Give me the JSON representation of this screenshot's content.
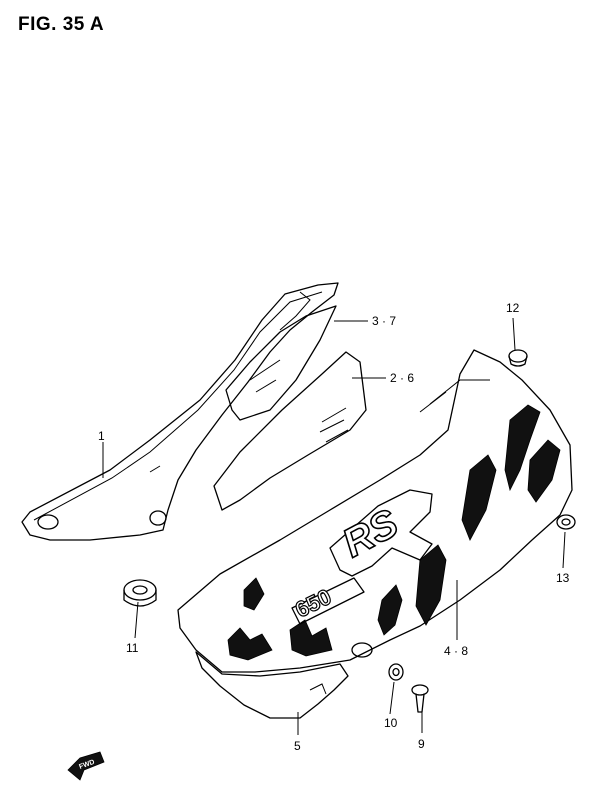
{
  "figure": {
    "title": "FIG. 35 A"
  },
  "callouts": {
    "c1": "1",
    "c2": "2 · 6",
    "c3": "3 · 7",
    "c4": "4 · 8",
    "c5": "5",
    "c9": "9",
    "c10": "10",
    "c11": "11",
    "c12": "12",
    "c13": "13"
  },
  "decal": {
    "logo": "RS",
    "model": "650"
  },
  "badge": {
    "label": "FWD"
  }
}
